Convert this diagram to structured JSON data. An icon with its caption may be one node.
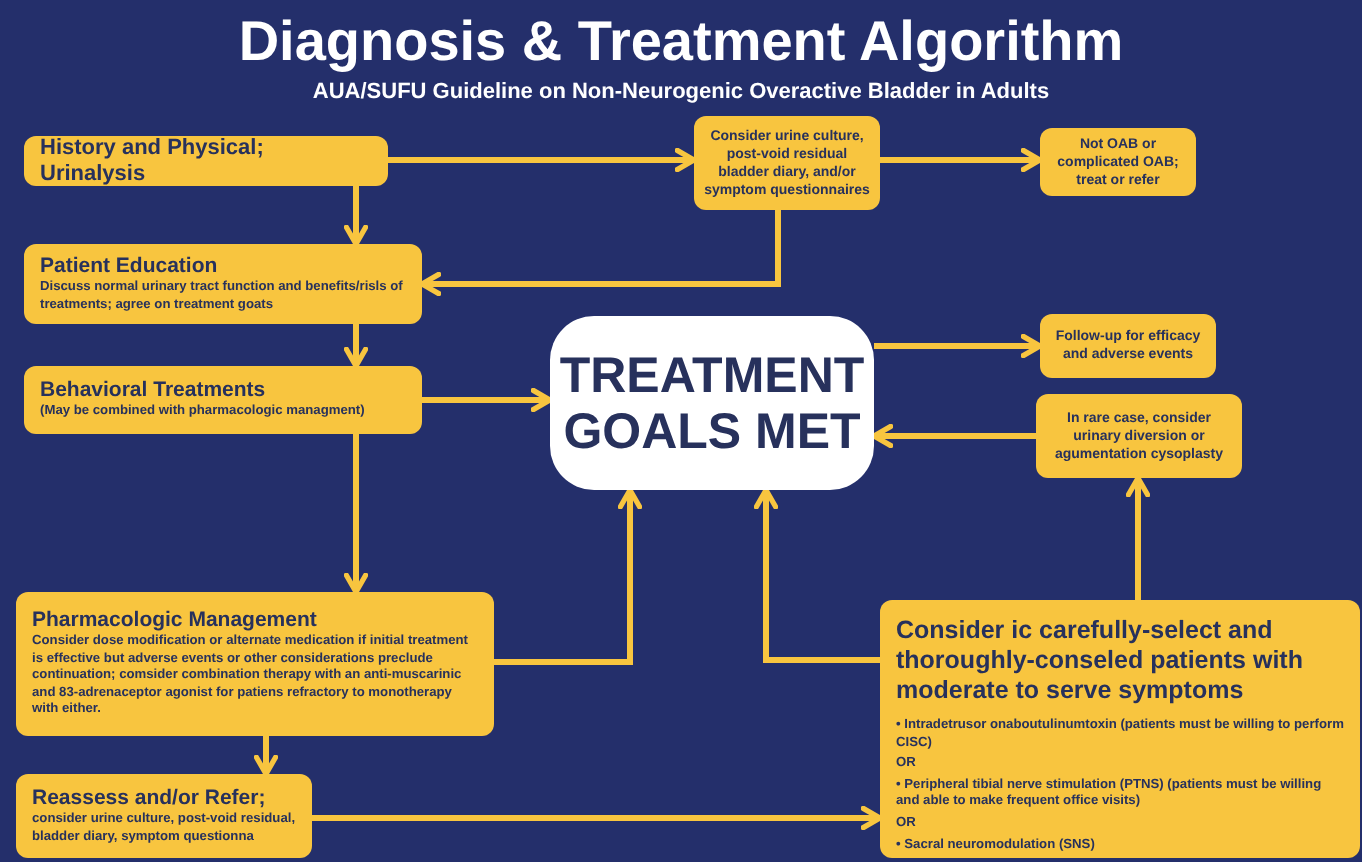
{
  "diagram": {
    "title": "Diagnosis & Treatment Algorithm",
    "caption": "AUA/SUFU Guideline on Non-Neurogenic Overactive Bladder in Adults",
    "nodes": [
      {
        "text": [
          "History and Physical; Urinalysis"
        ]
      },
      {
        "text": [
          "Consider urine culture, post-void residual bladder diary, and/or symptom questionnaires"
        ]
      },
      {
        "text": [
          "Not OAB or complicated OAB; treat or refer"
        ]
      },
      {
        "text": [
          "Patient Education",
          "Discuss normal urinary tract function and benefits/risls of treatments; agree on treatment goats"
        ]
      },
      {
        "text": [
          "Behavioral Treatments",
          "(May be combined with pharmacologic managment)"
        ]
      },
      {
        "text": [
          "TREATMENT GOALS MET"
        ]
      },
      {
        "text": [
          "Follow-up for efficacy and adverse events"
        ]
      },
      {
        "text": [
          "In rare case, consider urinary diversion or agumentation cysoplasty"
        ]
      },
      {
        "text": [
          "Pharmacologic Management",
          "Consider dose modification or alternate medication if initial treatment is effective but adverse events or other considerations preclude continuation; comsider combination therapy with an anti-muscarinic and 83-adrenaceptor agonist for patiens refractory to monotherapy with either."
        ]
      },
      {
        "text": [
          "Reassess and/or Refer;",
          "consider urine culture, post-void residual, bladder diary, symptom questionna"
        ]
      },
      {
        "text": [
          "Consider ic carefully-select and thoroughly-conseled patients with moderate to serve symptoms",
          "• Intradetrusor onaboutulinumtoxin (patients must be willing to perform CISC)",
          "OR",
          "• Peripheral tibial nerve stimulation (PTNS) (patients must be willing and able to make frequent office visits)",
          "OR",
          "• Sacral neuromodulation (SNS)"
        ]
      }
    ],
    "edges": [
      {
        "from": 0,
        "to": 1,
        "arrow": "to"
      },
      {
        "from": 1,
        "to": 2,
        "arrow": "to"
      },
      {
        "from": 0,
        "to": 3,
        "arrow": "to"
      },
      {
        "from": 1,
        "to": 3,
        "arrow": "to"
      },
      {
        "from": 3,
        "to": 4,
        "arrow": "to"
      },
      {
        "from": 4,
        "to": 5,
        "arrow": "to"
      },
      {
        "from": 4,
        "to": 8,
        "arrow": "to"
      },
      {
        "from": 5,
        "to": 6,
        "arrow": "to"
      },
      {
        "from": 7,
        "to": 5,
        "arrow": "to"
      },
      {
        "from": 8,
        "to": 5,
        "arrow": "to"
      },
      {
        "from": 8,
        "to": 9,
        "arrow": "to"
      },
      {
        "from": 9,
        "to": 10,
        "arrow": "to"
      },
      {
        "from": 10,
        "to": 5,
        "arrow": "to"
      },
      {
        "from": 10,
        "to": 7,
        "arrow": "to"
      }
    ]
  }
}
